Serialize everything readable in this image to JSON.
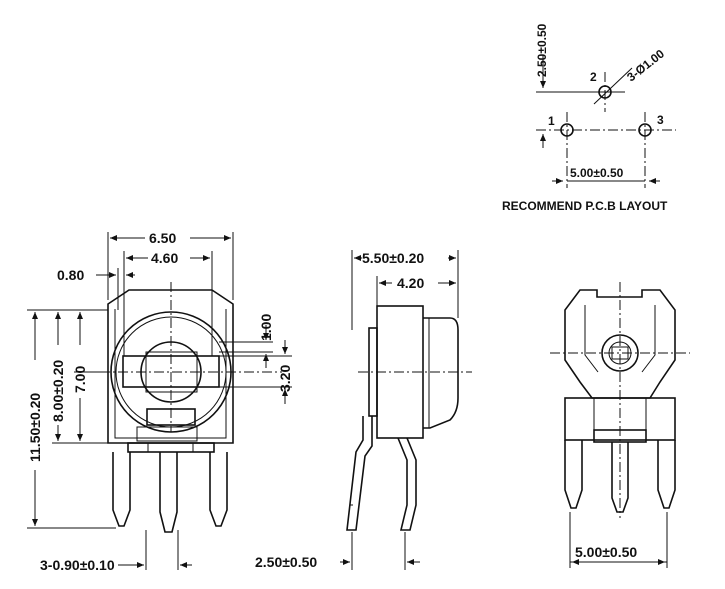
{
  "pcb_layout": {
    "caption": "RECOMMEND P.C.B LAYOUT",
    "dim_vertical": "2.50±0.50",
    "dim_hole": "3-Ø1.00",
    "dim_pitch": "5.00±0.50",
    "pin1": "1",
    "pin2": "2",
    "pin3": "3"
  },
  "front_view": {
    "dim_width": "6.50",
    "dim_inner": "4.60",
    "dim_left": "0.80",
    "dim_total_height": "11.50±0.20",
    "dim_body_height": "8.00±0.20",
    "dim_center_height": "7.00",
    "dim_slot": "1.00",
    "dim_rotor": "3.20",
    "dim_pins": "3-0.90±0.10"
  },
  "side_view": {
    "dim_depth": "5.50±0.20",
    "dim_body": "4.20",
    "dim_offset": "2.50±0.50"
  },
  "back_view": {
    "dim_pitch": "5.00±0.50"
  }
}
